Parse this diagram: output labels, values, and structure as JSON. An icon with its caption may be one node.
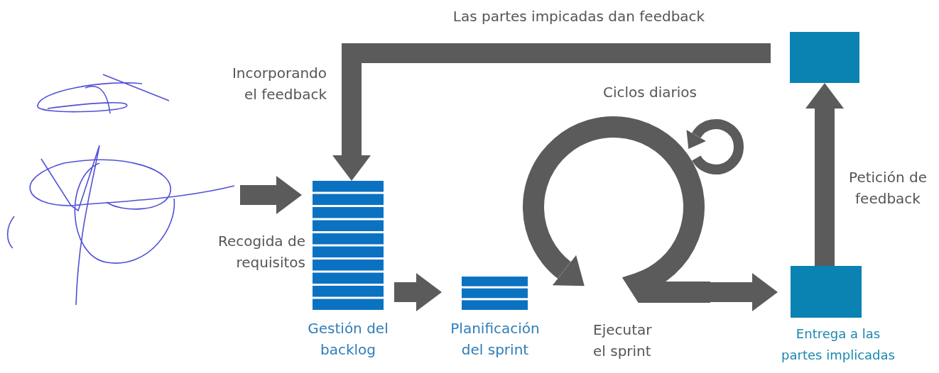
{
  "diagram": {
    "nodes": [
      {
        "text": [
          "Gestión del backlog"
        ]
      },
      {
        "text": [
          "Planificación del sprint"
        ]
      },
      {
        "text": [
          "Ejecutar el sprint"
        ]
      },
      {
        "text": [
          "Entrega a las partes implicadas"
        ]
      },
      {
        "text": [],
        "shape": "box"
      }
    ],
    "edges": [
      {
        "from": null,
        "to": 0,
        "arrow": "to",
        "label": "Recogida de requisitos"
      },
      {
        "from": 0,
        "to": 1,
        "arrow": "to"
      },
      {
        "from": 2,
        "to": 3,
        "arrow": "to"
      },
      {
        "from": 3,
        "to": 4,
        "arrow": "to",
        "label": "Petición de feedback"
      },
      {
        "from": 4,
        "to": 0,
        "arrow": "to",
        "label": "Las partes impicadas dan feedback"
      }
    ],
    "labels": [
      "Incorporando el feedback",
      "Ciclos diarios"
    ]
  }
}
